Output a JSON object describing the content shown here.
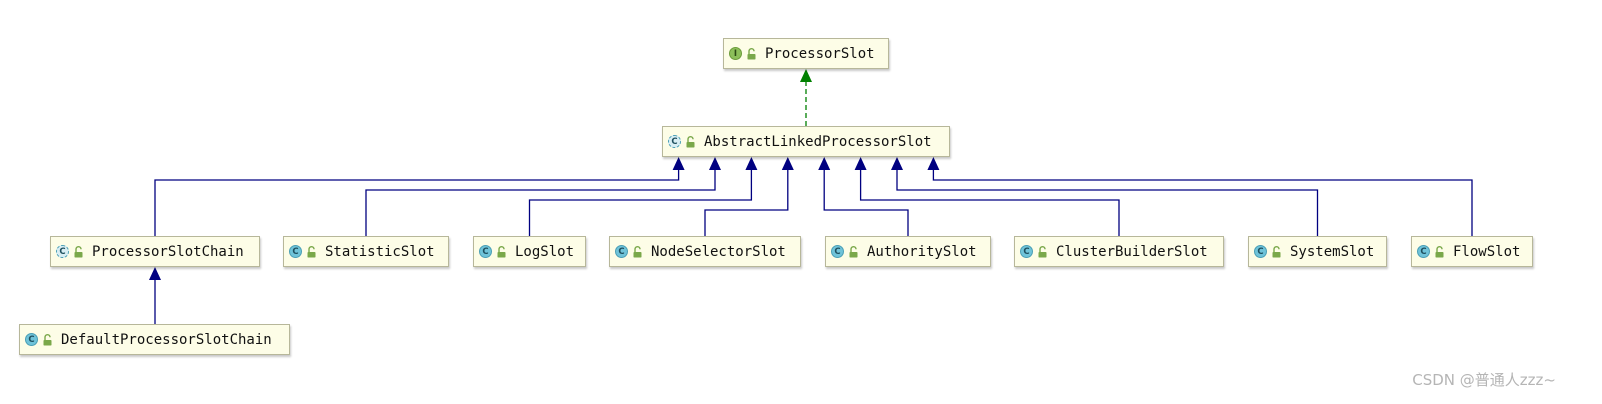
{
  "diagram": {
    "nodes": [
      {
        "id": "processor-slot",
        "label": "ProcessorSlot",
        "kind": "interface",
        "kind_letter": "I"
      },
      {
        "id": "abstract-linked-processor-slot",
        "label": "AbstractLinkedProcessorSlot",
        "kind": "abstract-class",
        "kind_letter": "C"
      },
      {
        "id": "processor-slot-chain",
        "label": "ProcessorSlotChain",
        "kind": "abstract-class",
        "kind_letter": "C"
      },
      {
        "id": "statistic-slot",
        "label": "StatisticSlot",
        "kind": "class",
        "kind_letter": "C"
      },
      {
        "id": "log-slot",
        "label": "LogSlot",
        "kind": "class",
        "kind_letter": "C"
      },
      {
        "id": "node-selector-slot",
        "label": "NodeSelectorSlot",
        "kind": "class",
        "kind_letter": "C"
      },
      {
        "id": "authority-slot",
        "label": "AuthoritySlot",
        "kind": "class",
        "kind_letter": "C"
      },
      {
        "id": "cluster-builder-slot",
        "label": "ClusterBuilderSlot",
        "kind": "class",
        "kind_letter": "C"
      },
      {
        "id": "system-slot",
        "label": "SystemSlot",
        "kind": "class",
        "kind_letter": "C"
      },
      {
        "id": "flow-slot",
        "label": "FlowSlot",
        "kind": "class",
        "kind_letter": "C"
      },
      {
        "id": "default-processor-slot-chain",
        "label": "DefaultProcessorSlotChain",
        "kind": "class",
        "kind_letter": "C"
      }
    ],
    "edges": [
      {
        "from": "abstract-linked-processor-slot",
        "to": "processor-slot",
        "type": "implements"
      },
      {
        "from": "processor-slot-chain",
        "to": "abstract-linked-processor-slot",
        "type": "extends"
      },
      {
        "from": "statistic-slot",
        "to": "abstract-linked-processor-slot",
        "type": "extends"
      },
      {
        "from": "log-slot",
        "to": "abstract-linked-processor-slot",
        "type": "extends"
      },
      {
        "from": "node-selector-slot",
        "to": "abstract-linked-processor-slot",
        "type": "extends"
      },
      {
        "from": "authority-slot",
        "to": "abstract-linked-processor-slot",
        "type": "extends"
      },
      {
        "from": "cluster-builder-slot",
        "to": "abstract-linked-processor-slot",
        "type": "extends"
      },
      {
        "from": "system-slot",
        "to": "abstract-linked-processor-slot",
        "type": "extends"
      },
      {
        "from": "flow-slot",
        "to": "abstract-linked-processor-slot",
        "type": "extends"
      },
      {
        "from": "default-processor-slot-chain",
        "to": "processor-slot-chain",
        "type": "extends"
      }
    ],
    "colors": {
      "extends_line": "#000080",
      "implements_line": "#008000",
      "node_fill": "#fdfde7",
      "node_border": "#b7b79a"
    }
  },
  "watermark": "CSDN @普通人zzz~"
}
